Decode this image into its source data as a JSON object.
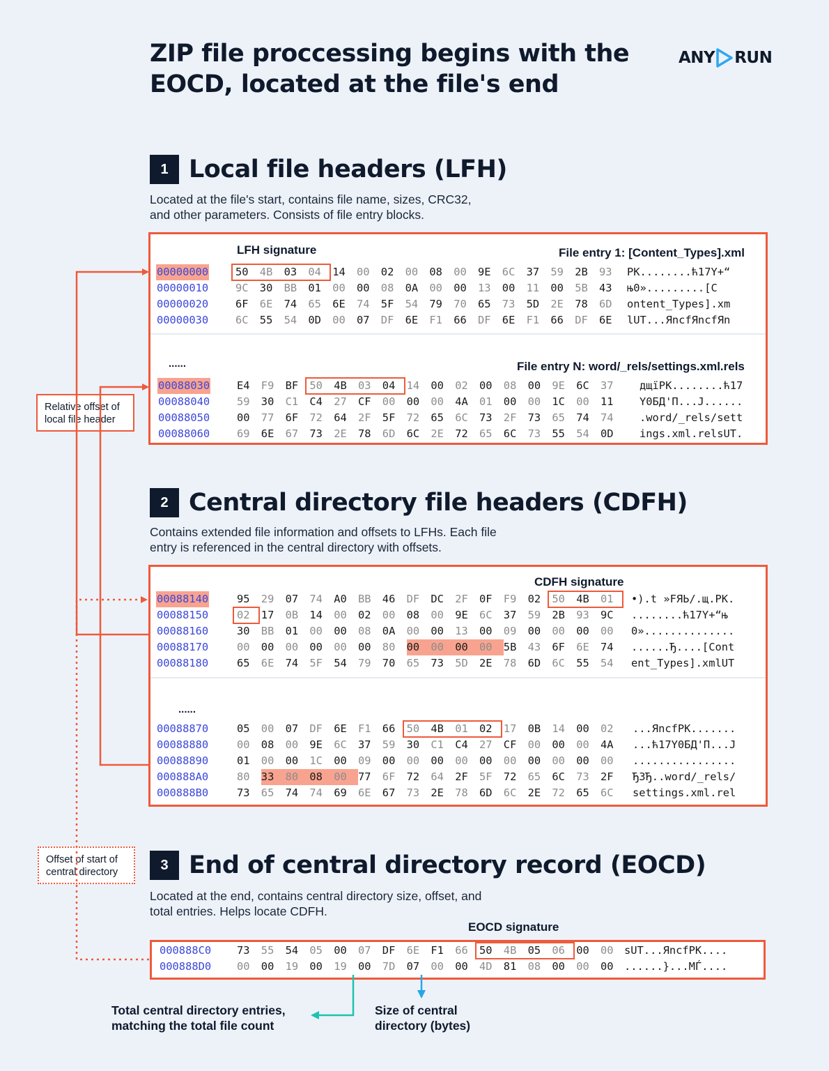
{
  "title": "ZIP file proccessing begins with the EOCD, located at the file's end",
  "logo": {
    "left": "ANY",
    "right": "RUN"
  },
  "sections": [
    {
      "number": "1",
      "title": "Local file headers (LFH)",
      "description_line1": "Located at the file's start, contains file name, sizes, CRC32,",
      "description_line2": "and other parameters. Consists of file entry blocks.",
      "signature_label": "LFH signature",
      "entry1_label": "File entry 1: [Content_Types].xml",
      "entryN_label": "File entry N: word/_rels/settings.xml.rels",
      "ellipsis": "......"
    },
    {
      "number": "2",
      "title": "Central directory file headers (CDFH)",
      "description_line1": "Contains extended file information and offsets to LFHs. Each file",
      "description_line2": "entry is referenced in the central directory with offsets.",
      "signature_label": "CDFH signature",
      "ellipsis": "......"
    },
    {
      "number": "3",
      "title": "End of central directory record (EOCD)",
      "description_line1": "Located at the end, contains central directory size, offset, and",
      "description_line2": "total entries. Helps locate CDFH.",
      "signature_label": "EOCD signature"
    }
  ],
  "callouts": {
    "relative_offset": [
      "Relative offset of",
      "local file header"
    ],
    "cd_offset": [
      "Offset of start of",
      "central directory"
    ]
  },
  "bottom_labels": {
    "total_entries": [
      "Total central directory entries,",
      "matching the total file count"
    ],
    "cd_size": [
      "Size of central",
      "directory (bytes)"
    ]
  },
  "hex": {
    "lfh1": [
      {
        "off": "00000000",
        "bytes": [
          "50",
          "4B",
          "03",
          "04",
          "14",
          "00",
          "02",
          "00",
          "08",
          "00",
          "9E",
          "6C",
          "37",
          "59",
          "2B",
          "93"
        ],
        "ascii": "PK........ћ17Y+“"
      },
      {
        "off": "00000010",
        "bytes": [
          "9C",
          "30",
          "BB",
          "01",
          "00",
          "00",
          "08",
          "0A",
          "00",
          "00",
          "13",
          "00",
          "11",
          "00",
          "5B",
          "43"
        ],
        "ascii": "њ0».........[C"
      },
      {
        "off": "00000020",
        "bytes": [
          "6F",
          "6E",
          "74",
          "65",
          "6E",
          "74",
          "5F",
          "54",
          "79",
          "70",
          "65",
          "73",
          "5D",
          "2E",
          "78",
          "6D"
        ],
        "ascii": "ontent_Types].xm"
      },
      {
        "off": "00000030",
        "bytes": [
          "6C",
          "55",
          "54",
          "0D",
          "00",
          "07",
          "DF",
          "6E",
          "F1",
          "66",
          "DF",
          "6E",
          "F1",
          "66",
          "DF",
          "6E"
        ],
        "ascii": "lUT...ЯncfЯncfЯn"
      }
    ],
    "lfhN": [
      {
        "off": "00088030",
        "bytes": [
          "E4",
          "F9",
          "BF",
          "50",
          "4B",
          "03",
          "04",
          "14",
          "00",
          "02",
          "00",
          "08",
          "00",
          "9E",
          "6C",
          "37"
        ],
        "ascii": "дщїPK........ћ17"
      },
      {
        "off": "00088040",
        "bytes": [
          "59",
          "30",
          "C1",
          "C4",
          "27",
          "CF",
          "00",
          "00",
          "00",
          "4A",
          "01",
          "00",
          "00",
          "1C",
          "00",
          "11"
        ],
        "ascii": "Y0БД'П...J......"
      },
      {
        "off": "00088050",
        "bytes": [
          "00",
          "77",
          "6F",
          "72",
          "64",
          "2F",
          "5F",
          "72",
          "65",
          "6C",
          "73",
          "2F",
          "73",
          "65",
          "74",
          "74"
        ],
        "ascii": ".word/_rels/sett"
      },
      {
        "off": "00088060",
        "bytes": [
          "69",
          "6E",
          "67",
          "73",
          "2E",
          "78",
          "6D",
          "6C",
          "2E",
          "72",
          "65",
          "6C",
          "73",
          "55",
          "54",
          "0D"
        ],
        "ascii": "ings.xml.relsUT."
      }
    ],
    "cdfh1": [
      {
        "off": "00088140",
        "bytes": [
          "95",
          "29",
          "07",
          "74",
          "A0",
          "BB",
          "46",
          "DF",
          "DC",
          "2F",
          "0F",
          "F9",
          "02",
          "50",
          "4B",
          "01"
        ],
        "ascii": "•).t »FЯЬ/.щ.PK."
      },
      {
        "off": "00088150",
        "bytes": [
          "02",
          "17",
          "0B",
          "14",
          "00",
          "02",
          "00",
          "08",
          "00",
          "9E",
          "6C",
          "37",
          "59",
          "2B",
          "93",
          "9C"
        ],
        "ascii": "........ћ17Y+“њ"
      },
      {
        "off": "00088160",
        "bytes": [
          "30",
          "BB",
          "01",
          "00",
          "00",
          "08",
          "0A",
          "00",
          "00",
          "13",
          "00",
          "09",
          "00",
          "00",
          "00",
          "00"
        ],
        "ascii": "0».............."
      },
      {
        "off": "00088170",
        "bytes": [
          "00",
          "00",
          "00",
          "00",
          "00",
          "00",
          "80",
          "00",
          "00",
          "00",
          "00",
          "5B",
          "43",
          "6F",
          "6E",
          "74"
        ],
        "ascii": "......Ђ....[Cont"
      },
      {
        "off": "00088180",
        "bytes": [
          "65",
          "6E",
          "74",
          "5F",
          "54",
          "79",
          "70",
          "65",
          "73",
          "5D",
          "2E",
          "78",
          "6D",
          "6C",
          "55",
          "54"
        ],
        "ascii": "ent_Types].xmlUT"
      }
    ],
    "cdfhN": [
      {
        "off": "00088870",
        "bytes": [
          "05",
          "00",
          "07",
          "DF",
          "6E",
          "F1",
          "66",
          "50",
          "4B",
          "01",
          "02",
          "17",
          "0B",
          "14",
          "00",
          "02"
        ],
        "ascii": "...ЯncfPK......."
      },
      {
        "off": "00088880",
        "bytes": [
          "00",
          "08",
          "00",
          "9E",
          "6C",
          "37",
          "59",
          "30",
          "C1",
          "C4",
          "27",
          "CF",
          "00",
          "00",
          "00",
          "4A"
        ],
        "ascii": "...ћ17Y0БД'П...J"
      },
      {
        "off": "00088890",
        "bytes": [
          "01",
          "00",
          "00",
          "1C",
          "00",
          "09",
          "00",
          "00",
          "00",
          "00",
          "00",
          "00",
          "00",
          "00",
          "00",
          "00"
        ],
        "ascii": "................"
      },
      {
        "off": "000888A0",
        "bytes": [
          "80",
          "33",
          "80",
          "08",
          "00",
          "77",
          "6F",
          "72",
          "64",
          "2F",
          "5F",
          "72",
          "65",
          "6C",
          "73",
          "2F"
        ],
        "ascii": "Ђ3Ђ..word/_rels/"
      },
      {
        "off": "000888B0",
        "bytes": [
          "73",
          "65",
          "74",
          "74",
          "69",
          "6E",
          "67",
          "73",
          "2E",
          "78",
          "6D",
          "6C",
          "2E",
          "72",
          "65",
          "6C"
        ],
        "ascii": "settings.xml.rel"
      }
    ],
    "eocd": [
      {
        "off": "000888C0",
        "bytes": [
          "73",
          "55",
          "54",
          "05",
          "00",
          "07",
          "DF",
          "6E",
          "F1",
          "66",
          "50",
          "4B",
          "05",
          "06",
          "00",
          "00"
        ],
        "ascii": "sUT...ЯncfPK...."
      },
      {
        "off": "000888D0",
        "bytes": [
          "00",
          "00",
          "19",
          "00",
          "19",
          "00",
          "7D",
          "07",
          "00",
          "00",
          "4D",
          "81",
          "08",
          "00",
          "00",
          "00"
        ],
        "ascii": "......}...MЃ...."
      }
    ]
  }
}
